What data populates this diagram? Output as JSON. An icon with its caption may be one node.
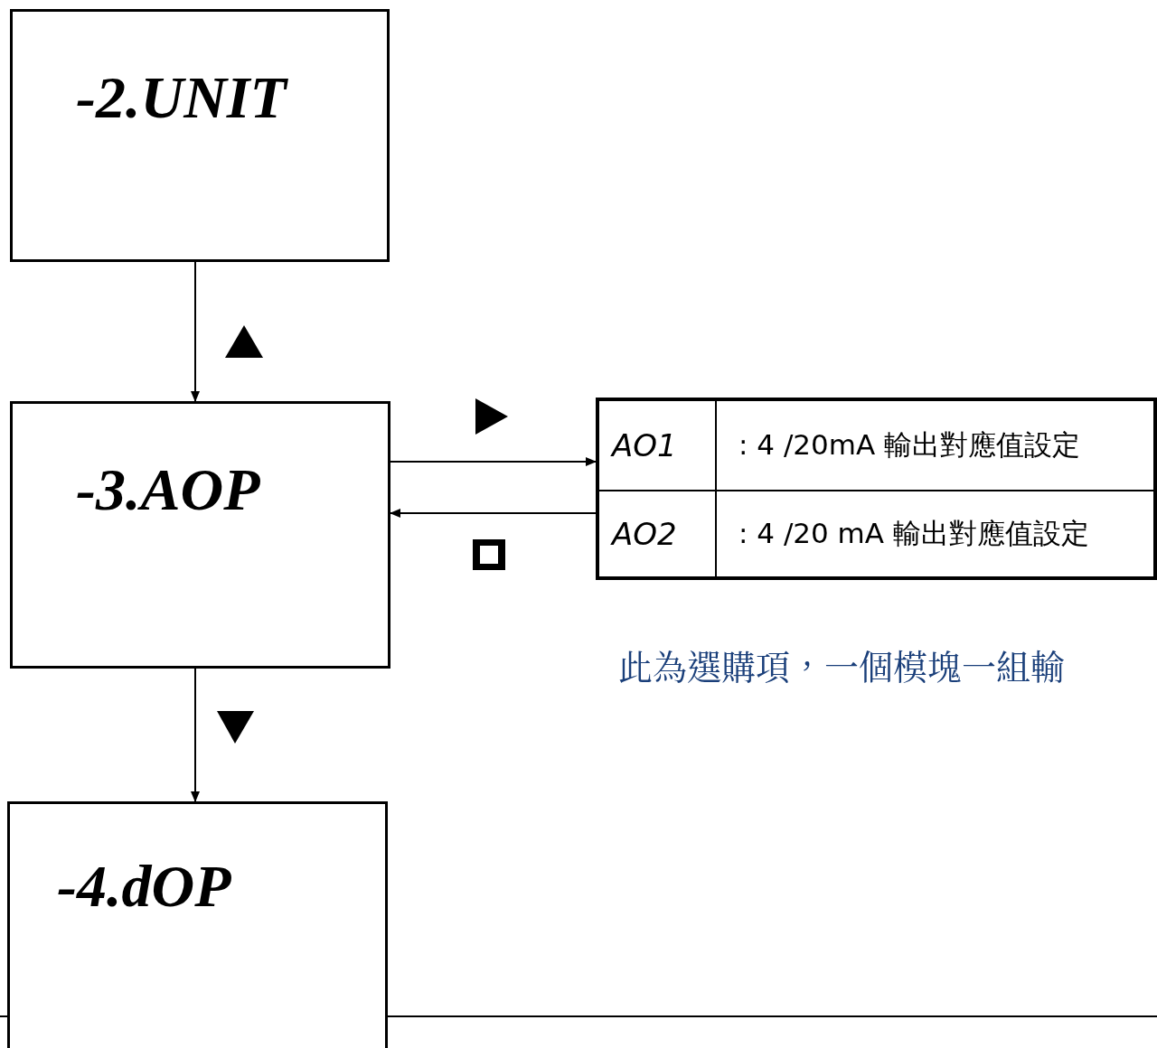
{
  "diagram": {
    "nodes": [
      {
        "text": [
          "-2.UNIT"
        ]
      },
      {
        "text": [
          "-3.AOP"
        ]
      },
      {
        "text": [
          "-4.dOP"
        ]
      },
      {
        "text": [],
        "shape": "box"
      },
      {
        "text": [
          "AO1"
        ],
        "in": 3
      },
      {
        "text": [
          ": 4 /20mA 輸出對應值設定"
        ],
        "in": 3
      },
      {
        "text": [
          "AO2"
        ],
        "in": 3
      },
      {
        "text": [
          ": 4 /20 mA 輸出對應值設定"
        ],
        "in": 3
      }
    ],
    "edges": [
      {
        "from": 0,
        "to": 1,
        "arrow": "to"
      },
      {
        "from": 1,
        "to": 3,
        "arrow": "to"
      },
      {
        "from": 3,
        "to": 1,
        "arrow": "to"
      },
      {
        "from": 1,
        "to": 2,
        "arrow": "to"
      }
    ],
    "labels": [
      "此為選購項，一個模塊一組輸"
    ]
  }
}
